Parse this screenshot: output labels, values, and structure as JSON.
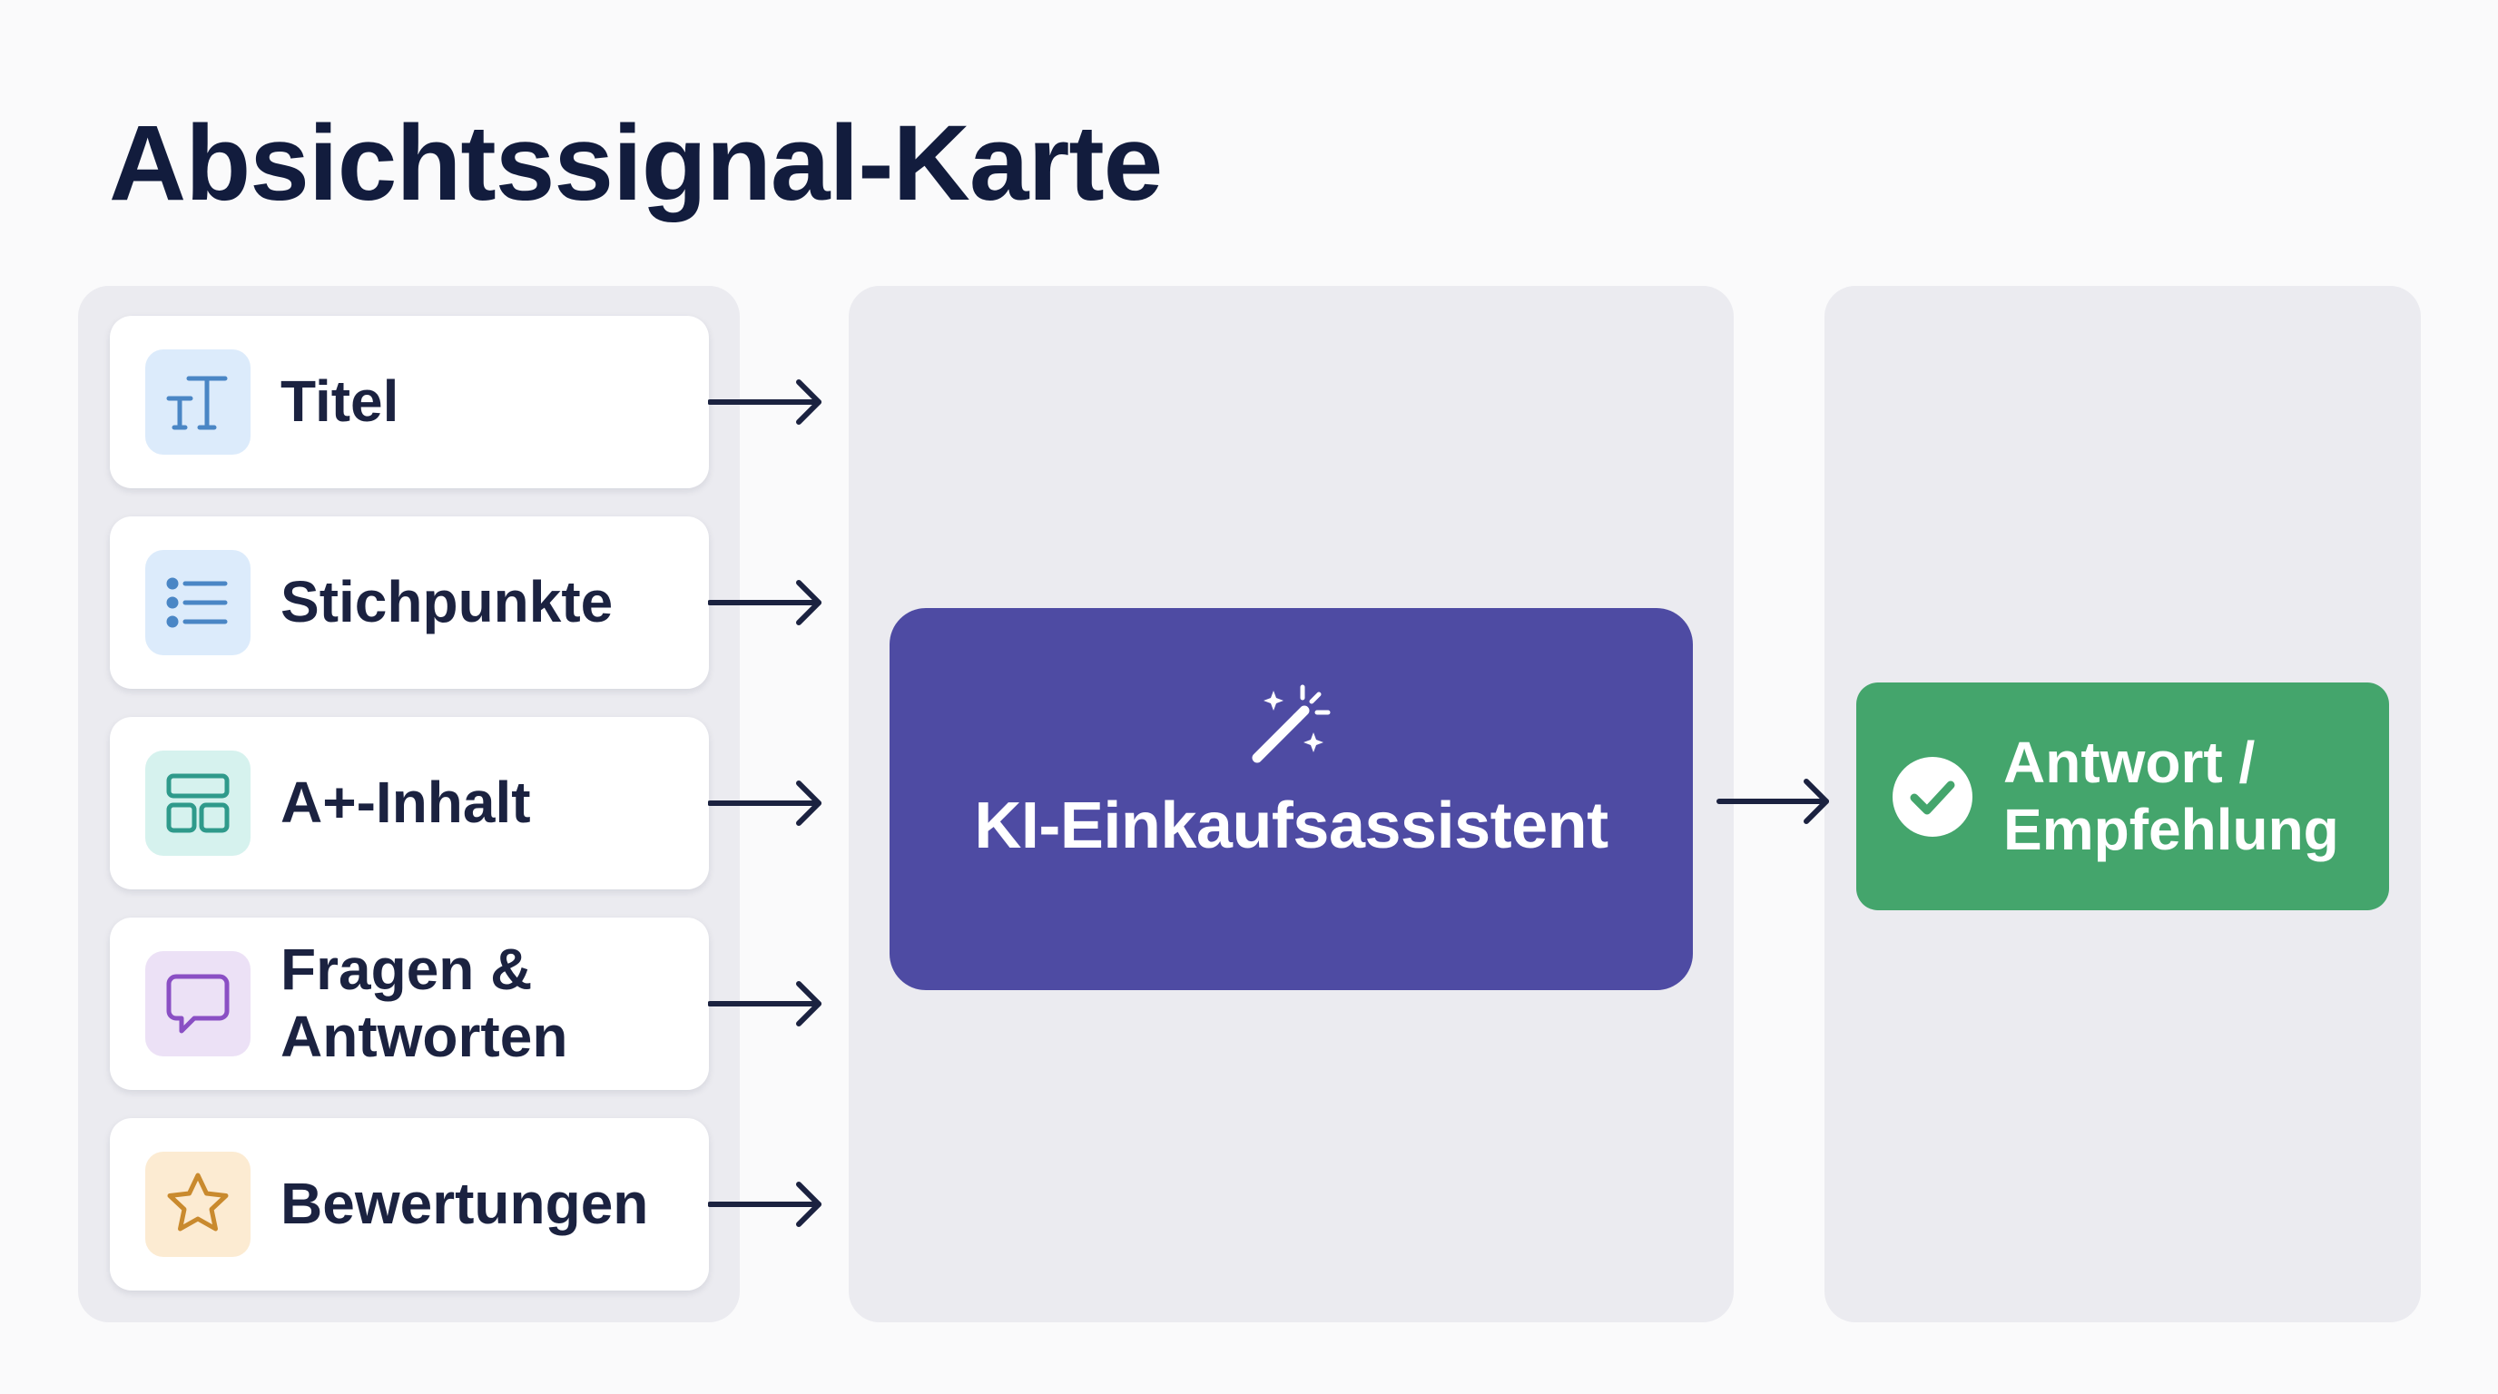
{
  "title": "Absichtssignal-Karte",
  "inputs": [
    {
      "label": "Titel",
      "icon": "text-size-icon",
      "icon_bg": "#dcebfb",
      "icon_color": "#4a86c5"
    },
    {
      "label": "Stichpunkte",
      "icon": "bullet-list-icon",
      "icon_bg": "#dcebfb",
      "icon_color": "#4a86c5"
    },
    {
      "label": "A+-Inhalt",
      "icon": "layout-grid-icon",
      "icon_bg": "#d6f2ee",
      "icon_color": "#2f9a8b"
    },
    {
      "label": "Fragen & Antworten",
      "icon": "speech-bubble-icon",
      "icon_bg": "#ece1f6",
      "icon_color": "#8a4fc4"
    },
    {
      "label": "Bewertungen",
      "icon": "star-icon",
      "icon_bg": "#fcebd2",
      "icon_color": "#c98a2e"
    }
  ],
  "assistant": {
    "label": "KI-Einkaufsassistent",
    "icon": "magic-wand-icon",
    "color": "#4e4ba3"
  },
  "result": {
    "label_line1": "Antwort /",
    "label_line2": "Empfehlung",
    "icon": "check-circle-icon",
    "color": "#44a56c"
  }
}
